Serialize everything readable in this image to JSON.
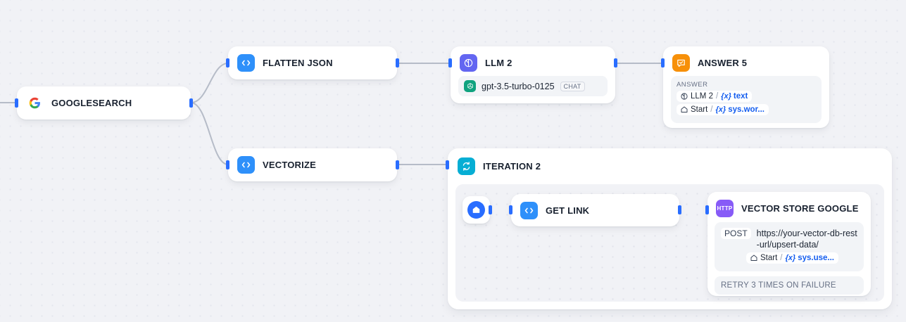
{
  "canvas": {
    "background_color": "#f1f2f6",
    "dot_color": "#e3e5ed",
    "edge_color": "#b6bcc8",
    "handle_color": "#296dff"
  },
  "nodes": {
    "googlesearch": {
      "title": "GOOGLESEARCH",
      "icon": "google-icon",
      "icon_color": "#ffffff"
    },
    "flatten_json": {
      "title": "FLATTEN JSON",
      "icon": "code-icon",
      "icon_color": "#2e90fa"
    },
    "vectorize": {
      "title": "VECTORIZE",
      "icon": "code-icon",
      "icon_color": "#2e90fa"
    },
    "llm2": {
      "title": "LLM 2",
      "icon": "llm-icon",
      "icon_color": "#6366f1",
      "model": {
        "provider_icon": "openai-icon",
        "provider_color": "#10a37f",
        "name": "gpt-3.5-turbo-0125",
        "badge": "CHAT"
      }
    },
    "answer5": {
      "title": "ANSWER 5",
      "icon": "answer-icon",
      "icon_color": "#f79009",
      "section_label": "ANSWER",
      "variables": [
        {
          "source_icon": "llm-icon",
          "source": "LLM 2",
          "separator": "/",
          "x_token": "{x}",
          "name": "text"
        },
        {
          "source_icon": "home-icon",
          "source": "Start",
          "separator": "/",
          "x_token": "{x}",
          "name": "sys.wor..."
        }
      ]
    },
    "iteration2": {
      "title": "ITERATION 2",
      "icon": "loop-icon",
      "icon_color": "#06aed4"
    },
    "iteration_start": {
      "icon": "home-icon",
      "icon_color": "#296dff"
    },
    "get_link": {
      "title": "GET LINK",
      "icon": "code-icon",
      "icon_color": "#2e90fa"
    },
    "vector_store_google": {
      "title": "VECTOR STORE GOOGLE",
      "icon": "http-icon",
      "icon_color": "#875bf7",
      "icon_label": "HTTP",
      "method": "POST",
      "url": "https://your-vector-db-rest-url/upsert-data/",
      "variable": {
        "source_icon": "home-icon",
        "source": "Start",
        "separator": "/",
        "x_token": "{x}",
        "name": "sys.use..."
      },
      "retry_note": "RETRY 3 TIMES ON FAILURE"
    }
  }
}
